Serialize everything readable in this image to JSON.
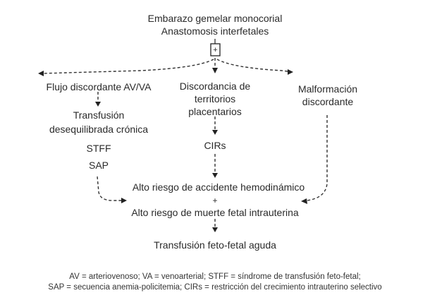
{
  "title": {
    "line1": "Embarazo gemelar monocorial",
    "line2": "Anastomosis interfetales"
  },
  "junction_symbol": "+",
  "branches": {
    "left": {
      "label": "Flujo discordante AV/VA",
      "result_line1": "Transfusión",
      "result_line2": "desequilibrada crónica",
      "item1": "STFF",
      "item2": "SAP"
    },
    "center": {
      "label_line1": "Discordancia de",
      "label_line2": "territorios",
      "label_line3": "placentarios",
      "result": "CIRs"
    },
    "right": {
      "label_line1": "Malformación",
      "label_line2": "discordante"
    }
  },
  "outcome": {
    "line1": "Alto riesgo de accidente hemodinámico",
    "plus": "+",
    "line2": "Alto riesgo de muerte fetal intrauterina",
    "final": "Transfusión feto-fetal aguda"
  },
  "footnote": {
    "line1": "AV = arteriovenoso; VA = venoarterial; STFF = síndrome de transfusión feto-fetal;",
    "line2": "SAP = secuencia anemia-policitemia; CIRs = restricción del crecimiento intrauterino selectivo"
  }
}
